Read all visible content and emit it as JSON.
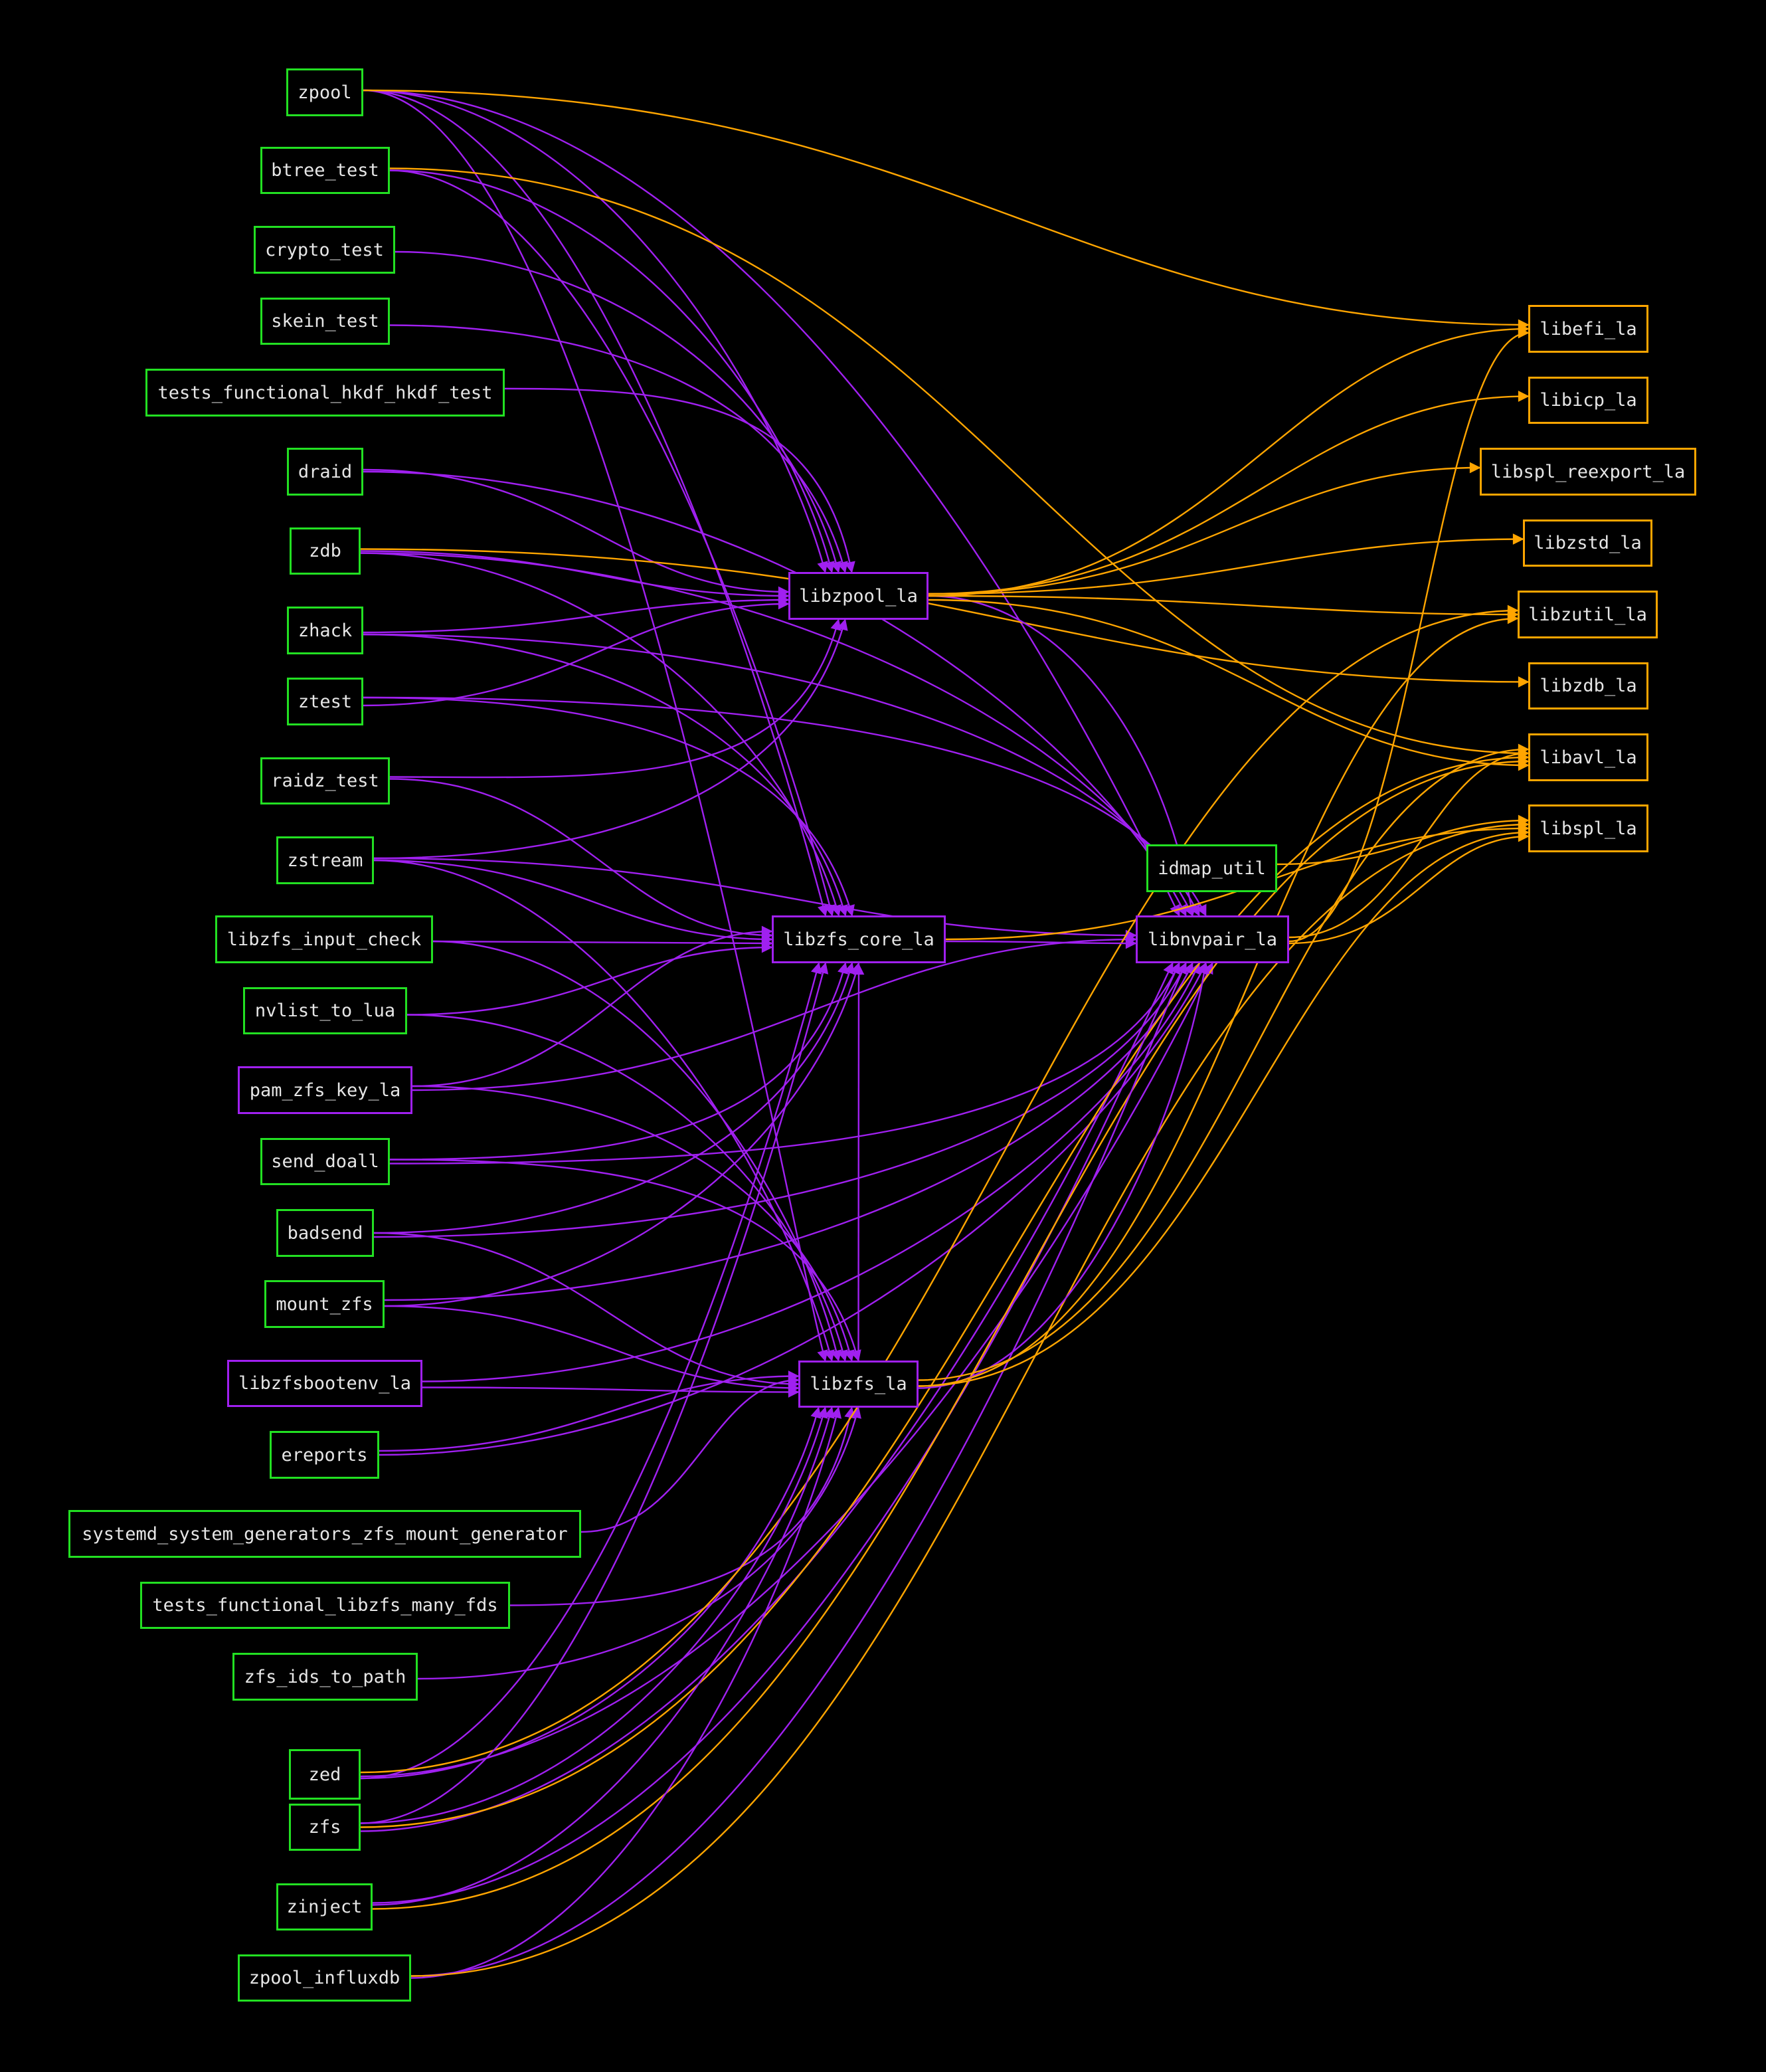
{
  "graph": {
    "colors": {
      "background": "#000000",
      "executable_border": "#22e022",
      "internal_library": "#a020f0",
      "external_library": "#ffa500",
      "label_text": "#e6e6e6"
    },
    "nodes": [
      {
        "id": "zpool",
        "label": "zpool",
        "kind": "exe"
      },
      {
        "id": "btree_test",
        "label": "btree_test",
        "kind": "exe"
      },
      {
        "id": "crypto_test",
        "label": "crypto_test",
        "kind": "exe"
      },
      {
        "id": "skein_test",
        "label": "skein_test",
        "kind": "exe"
      },
      {
        "id": "tests_functional_hkdf_hkdf_test",
        "label": "tests_functional_hkdf_hkdf_test",
        "kind": "exe"
      },
      {
        "id": "draid",
        "label": "draid",
        "kind": "exe"
      },
      {
        "id": "zdb",
        "label": "zdb",
        "kind": "exe"
      },
      {
        "id": "zhack",
        "label": "zhack",
        "kind": "exe"
      },
      {
        "id": "ztest",
        "label": "ztest",
        "kind": "exe"
      },
      {
        "id": "raidz_test",
        "label": "raidz_test",
        "kind": "exe"
      },
      {
        "id": "zstream",
        "label": "zstream",
        "kind": "exe"
      },
      {
        "id": "libzfs_input_check",
        "label": "libzfs_input_check",
        "kind": "exe"
      },
      {
        "id": "nvlist_to_lua",
        "label": "nvlist_to_lua",
        "kind": "exe"
      },
      {
        "id": "pam_zfs_key_la",
        "label": "pam_zfs_key_la",
        "kind": "lib"
      },
      {
        "id": "send_doall",
        "label": "send_doall",
        "kind": "exe"
      },
      {
        "id": "badsend",
        "label": "badsend",
        "kind": "exe"
      },
      {
        "id": "mount_zfs",
        "label": "mount_zfs",
        "kind": "exe"
      },
      {
        "id": "libzfsbootenv_la",
        "label": "libzfsbootenv_la",
        "kind": "lib"
      },
      {
        "id": "ereports",
        "label": "ereports",
        "kind": "exe"
      },
      {
        "id": "systemd_system_generators_zfs_mount_generator",
        "label": "systemd_system_generators_zfs_mount_generator",
        "kind": "exe"
      },
      {
        "id": "tests_functional_libzfs_many_fds",
        "label": "tests_functional_libzfs_many_fds",
        "kind": "exe"
      },
      {
        "id": "zfs_ids_to_path",
        "label": "zfs_ids_to_path",
        "kind": "exe"
      },
      {
        "id": "zed",
        "label": "zed",
        "kind": "exe"
      },
      {
        "id": "zfs",
        "label": "zfs",
        "kind": "exe"
      },
      {
        "id": "zinject",
        "label": "zinject",
        "kind": "exe"
      },
      {
        "id": "zpool_influxdb",
        "label": "zpool_influxdb",
        "kind": "exe"
      },
      {
        "id": "libzpool_la",
        "label": "libzpool_la",
        "kind": "lib"
      },
      {
        "id": "libzfs_core_la",
        "label": "libzfs_core_la",
        "kind": "lib"
      },
      {
        "id": "libzfs_la",
        "label": "libzfs_la",
        "kind": "lib"
      },
      {
        "id": "libnvpair_la",
        "label": "libnvpair_la",
        "kind": "lib"
      },
      {
        "id": "idmap_util",
        "label": "idmap_util",
        "kind": "exe"
      },
      {
        "id": "libefi_la",
        "label": "libefi_la",
        "kind": "ext"
      },
      {
        "id": "libicp_la",
        "label": "libicp_la",
        "kind": "ext"
      },
      {
        "id": "libspl_reexport_la",
        "label": "libspl_reexport_la",
        "kind": "ext"
      },
      {
        "id": "libzstd_la",
        "label": "libzstd_la",
        "kind": "ext"
      },
      {
        "id": "libzutil_la",
        "label": "libzutil_la",
        "kind": "ext"
      },
      {
        "id": "libzdb_la",
        "label": "libzdb_la",
        "kind": "ext"
      },
      {
        "id": "libavl_la",
        "label": "libavl_la",
        "kind": "ext"
      },
      {
        "id": "libspl_la",
        "label": "libspl_la",
        "kind": "ext"
      }
    ],
    "edges": [
      {
        "from": "zpool",
        "to": "libzpool_la",
        "kind": "lib"
      },
      {
        "from": "zpool",
        "to": "libzfs_core_la",
        "kind": "lib"
      },
      {
        "from": "zpool",
        "to": "libzfs_la",
        "kind": "lib"
      },
      {
        "from": "zpool",
        "to": "libnvpair_la",
        "kind": "lib"
      },
      {
        "from": "zpool",
        "to": "libefi_la",
        "kind": "ext"
      },
      {
        "from": "btree_test",
        "to": "libzpool_la",
        "kind": "lib"
      },
      {
        "from": "btree_test",
        "to": "libzfs_core_la",
        "kind": "lib"
      },
      {
        "from": "btree_test",
        "to": "libavl_la",
        "kind": "ext"
      },
      {
        "from": "crypto_test",
        "to": "libzpool_la",
        "kind": "lib"
      },
      {
        "from": "skein_test",
        "to": "libzpool_la",
        "kind": "lib"
      },
      {
        "from": "tests_functional_hkdf_hkdf_test",
        "to": "libzpool_la",
        "kind": "lib"
      },
      {
        "from": "draid",
        "to": "libzpool_la",
        "kind": "lib"
      },
      {
        "from": "draid",
        "to": "libnvpair_la",
        "kind": "lib"
      },
      {
        "from": "zdb",
        "to": "libzpool_la",
        "kind": "lib"
      },
      {
        "from": "zdb",
        "to": "libzfs_core_la",
        "kind": "lib"
      },
      {
        "from": "zdb",
        "to": "libnvpair_la",
        "kind": "lib"
      },
      {
        "from": "zdb",
        "to": "libzdb_la",
        "kind": "ext"
      },
      {
        "from": "zhack",
        "to": "libzpool_la",
        "kind": "lib"
      },
      {
        "from": "zhack",
        "to": "libzfs_core_la",
        "kind": "lib"
      },
      {
        "from": "zhack",
        "to": "libnvpair_la",
        "kind": "lib"
      },
      {
        "from": "ztest",
        "to": "libzpool_la",
        "kind": "lib"
      },
      {
        "from": "ztest",
        "to": "libzfs_core_la",
        "kind": "lib"
      },
      {
        "from": "ztest",
        "to": "libnvpair_la",
        "kind": "lib"
      },
      {
        "from": "raidz_test",
        "to": "libzpool_la",
        "kind": "lib"
      },
      {
        "from": "raidz_test",
        "to": "libzfs_core_la",
        "kind": "lib"
      },
      {
        "from": "zstream",
        "to": "libzpool_la",
        "kind": "lib"
      },
      {
        "from": "zstream",
        "to": "libzfs_core_la",
        "kind": "lib"
      },
      {
        "from": "zstream",
        "to": "libzfs_la",
        "kind": "lib"
      },
      {
        "from": "zstream",
        "to": "libnvpair_la",
        "kind": "lib"
      },
      {
        "from": "libzfs_input_check",
        "to": "libzfs_core_la",
        "kind": "lib"
      },
      {
        "from": "libzfs_input_check",
        "to": "libzfs_la",
        "kind": "lib"
      },
      {
        "from": "nvlist_to_lua",
        "to": "libzfs_core_la",
        "kind": "lib"
      },
      {
        "from": "nvlist_to_lua",
        "to": "libzfs_la",
        "kind": "lib"
      },
      {
        "from": "pam_zfs_key_la",
        "to": "libzfs_core_la",
        "kind": "lib"
      },
      {
        "from": "pam_zfs_key_la",
        "to": "libzfs_la",
        "kind": "lib"
      },
      {
        "from": "pam_zfs_key_la",
        "to": "libnvpair_la",
        "kind": "lib"
      },
      {
        "from": "send_doall",
        "to": "libzfs_core_la",
        "kind": "lib"
      },
      {
        "from": "send_doall",
        "to": "libzfs_la",
        "kind": "lib"
      },
      {
        "from": "send_doall",
        "to": "libnvpair_la",
        "kind": "lib"
      },
      {
        "from": "badsend",
        "to": "libzfs_core_la",
        "kind": "lib"
      },
      {
        "from": "badsend",
        "to": "libzfs_la",
        "kind": "lib"
      },
      {
        "from": "badsend",
        "to": "libnvpair_la",
        "kind": "lib"
      },
      {
        "from": "mount_zfs",
        "to": "libzfs_core_la",
        "kind": "lib"
      },
      {
        "from": "mount_zfs",
        "to": "libzfs_la",
        "kind": "lib"
      },
      {
        "from": "mount_zfs",
        "to": "libnvpair_la",
        "kind": "lib"
      },
      {
        "from": "libzfsbootenv_la",
        "to": "libzfs_la",
        "kind": "lib"
      },
      {
        "from": "libzfsbootenv_la",
        "to": "libnvpair_la",
        "kind": "lib"
      },
      {
        "from": "ereports",
        "to": "libzfs_la",
        "kind": "lib"
      },
      {
        "from": "ereports",
        "to": "libnvpair_la",
        "kind": "lib"
      },
      {
        "from": "systemd_system_generators_zfs_mount_generator",
        "to": "libzfs_la",
        "kind": "lib"
      },
      {
        "from": "tests_functional_libzfs_many_fds",
        "to": "libzfs_la",
        "kind": "lib"
      },
      {
        "from": "zfs_ids_to_path",
        "to": "libzfs_la",
        "kind": "lib"
      },
      {
        "from": "zed",
        "to": "libzfs_la",
        "kind": "lib"
      },
      {
        "from": "zed",
        "to": "libzfs_core_la",
        "kind": "lib"
      },
      {
        "from": "zed",
        "to": "libnvpair_la",
        "kind": "lib"
      },
      {
        "from": "zed",
        "to": "libzutil_la",
        "kind": "ext"
      },
      {
        "from": "zfs",
        "to": "libzfs_la",
        "kind": "lib"
      },
      {
        "from": "zfs",
        "to": "libzfs_core_la",
        "kind": "lib"
      },
      {
        "from": "zfs",
        "to": "libnvpair_la",
        "kind": "lib"
      },
      {
        "from": "zfs",
        "to": "libavl_la",
        "kind": "ext"
      },
      {
        "from": "zinject",
        "to": "libzfs_la",
        "kind": "lib"
      },
      {
        "from": "zinject",
        "to": "libnvpair_la",
        "kind": "lib"
      },
      {
        "from": "zinject",
        "to": "libavl_la",
        "kind": "ext"
      },
      {
        "from": "zpool_influxdb",
        "to": "libzfs_la",
        "kind": "lib"
      },
      {
        "from": "zpool_influxdb",
        "to": "libnvpair_la",
        "kind": "lib"
      },
      {
        "from": "zpool_influxdb",
        "to": "libspl_la",
        "kind": "ext"
      },
      {
        "from": "libzpool_la",
        "to": "libnvpair_la",
        "kind": "lib"
      },
      {
        "from": "libzpool_la",
        "to": "libicp_la",
        "kind": "ext"
      },
      {
        "from": "libzpool_la",
        "to": "libspl_reexport_la",
        "kind": "ext"
      },
      {
        "from": "libzpool_la",
        "to": "libzstd_la",
        "kind": "ext"
      },
      {
        "from": "libzpool_la",
        "to": "libzutil_la",
        "kind": "ext"
      },
      {
        "from": "libzpool_la",
        "to": "libavl_la",
        "kind": "ext"
      },
      {
        "from": "libzpool_la",
        "to": "libefi_la",
        "kind": "ext"
      },
      {
        "from": "libzfs_core_la",
        "to": "libnvpair_la",
        "kind": "lib"
      },
      {
        "from": "libzfs_core_la",
        "to": "libspl_la",
        "kind": "ext"
      },
      {
        "from": "libzfs_la",
        "to": "libzfs_core_la",
        "kind": "lib"
      },
      {
        "from": "libzfs_la",
        "to": "libnvpair_la",
        "kind": "lib"
      },
      {
        "from": "libzfs_la",
        "to": "libzutil_la",
        "kind": "ext"
      },
      {
        "from": "libzfs_la",
        "to": "libspl_la",
        "kind": "ext"
      },
      {
        "from": "libzfs_la",
        "to": "libavl_la",
        "kind": "ext"
      },
      {
        "from": "libnvpair_la",
        "to": "libspl_la",
        "kind": "ext"
      },
      {
        "from": "libnvpair_la",
        "to": "libavl_la",
        "kind": "ext"
      },
      {
        "from": "libnvpair_la",
        "to": "libefi_la",
        "kind": "ext"
      },
      {
        "from": "idmap_util",
        "to": "libspl_la",
        "kind": "ext"
      }
    ]
  }
}
